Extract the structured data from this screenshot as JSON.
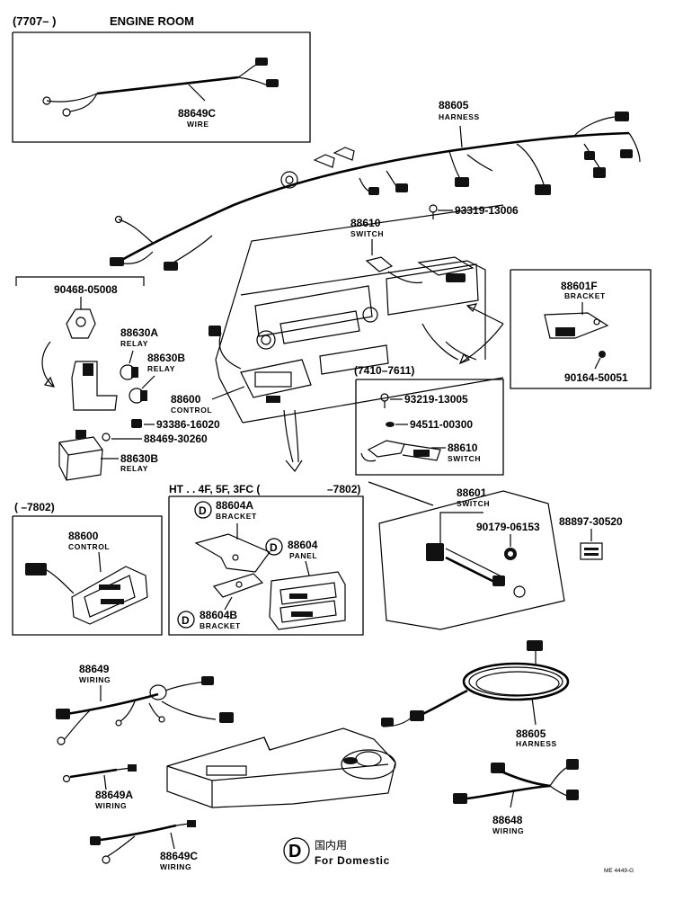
{
  "header": {
    "range": "(7707–    )",
    "title": "ENGINE ROOM"
  },
  "ranges": {
    "r7410_7611": "(7410–7611)",
    "r7802": "(      –7802)",
    "ht_prefix": "HT . . 4F, 5F, 3FC (",
    "ht_suffix": "–7802)"
  },
  "parts": {
    "p88649C_top": {
      "number": "88649C",
      "name": "WIRE"
    },
    "p88605_top": {
      "number": "88605",
      "name": "HARNESS"
    },
    "p93319": {
      "number": "93319-13006"
    },
    "p88610_top": {
      "number": "88610",
      "name": "SWITCH"
    },
    "p90468": {
      "number": "90468-05008"
    },
    "p88630A": {
      "number": "88630A",
      "name": "RELAY"
    },
    "p88630B_a": {
      "number": "88630B",
      "name": "RELAY"
    },
    "p88600_main": {
      "number": "88600",
      "name": "CONTROL"
    },
    "p93386": {
      "number": "93386-16020"
    },
    "p88469": {
      "number": "88469-30260"
    },
    "p88630B_b": {
      "number": "88630B",
      "name": "RELAY"
    },
    "p88601F": {
      "number": "88601F",
      "name": "BRACKET"
    },
    "p90164": {
      "number": "90164-50051"
    },
    "p93219": {
      "number": "93219-13005"
    },
    "p94511": {
      "number": "94511-00300"
    },
    "p88610_inset": {
      "number": "88610",
      "name": "SWITCH"
    },
    "p88600_inset": {
      "number": "88600",
      "name": "CONTROL"
    },
    "p88604A": {
      "number": "88604A",
      "name": "BRACKET"
    },
    "p88604": {
      "number": "88604",
      "name": "PANEL"
    },
    "p88604B": {
      "number": "88604B",
      "name": "BRACKET"
    },
    "p88601": {
      "number": "88601",
      "name": "SWITCH"
    },
    "p90179": {
      "number": "90179-06153"
    },
    "p88897": {
      "number": "88897-30520"
    },
    "p88649": {
      "number": "88649",
      "name": "WIRING"
    },
    "p88605_bottom": {
      "number": "88605",
      "name": "HARNESS"
    },
    "p88649A": {
      "number": "88649A",
      "name": "WIRING"
    },
    "p88649C_bottom": {
      "number": "88649C",
      "name": "WIRING"
    },
    "p88648": {
      "number": "88648",
      "name": "WIRING"
    }
  },
  "legend": {
    "symbol": "D",
    "japanese": "国内用",
    "english": "For Domestic"
  },
  "code": "ME 4449-G"
}
